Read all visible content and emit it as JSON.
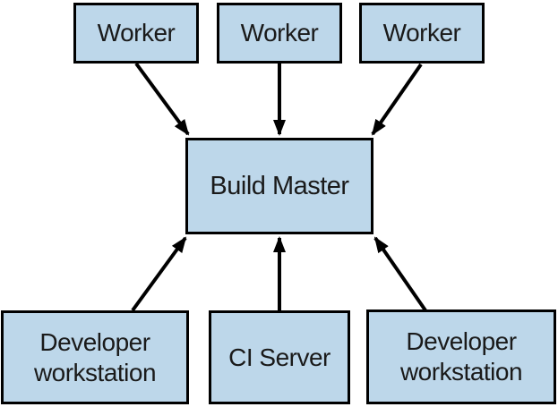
{
  "diagram": {
    "type": "architecture-diagram",
    "colors": {
      "node_fill": "#bdd7ea",
      "node_border": "#000000",
      "arrow": "#000000",
      "background": "#ffffff",
      "text": "#1a1a1a"
    },
    "nodes": {
      "worker1": {
        "label": "Worker"
      },
      "worker2": {
        "label": "Worker"
      },
      "worker3": {
        "label": "Worker"
      },
      "build_master": {
        "label": "Build Master"
      },
      "dev_left": {
        "label": "Developer workstation"
      },
      "ci_server": {
        "label": "CI Server"
      },
      "dev_right": {
        "label": "Developer workstation"
      }
    },
    "edges": [
      {
        "from": "worker1",
        "to": "build_master"
      },
      {
        "from": "worker2",
        "to": "build_master"
      },
      {
        "from": "worker3",
        "to": "build_master"
      },
      {
        "from": "dev_left",
        "to": "build_master"
      },
      {
        "from": "ci_server",
        "to": "build_master"
      },
      {
        "from": "dev_right",
        "to": "build_master"
      }
    ]
  }
}
